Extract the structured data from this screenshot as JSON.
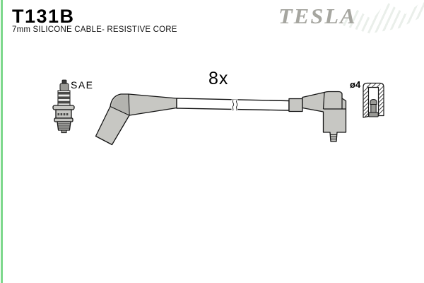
{
  "header": {
    "part_number": "T131B",
    "description": "7mm SILICONE CABLE- RESISTIVE CORE",
    "brand_logo": "TESLA"
  },
  "diagram": {
    "plug_standard_label": "SAE",
    "quantity_label": "8x",
    "connector_diameter_label": "ø4"
  },
  "colors": {
    "frame_green": "#7dd88c",
    "brand_gray": "#a6a6a0",
    "part_gray": "#c7c7c3",
    "part_gray_dark": "#b3b3af"
  }
}
